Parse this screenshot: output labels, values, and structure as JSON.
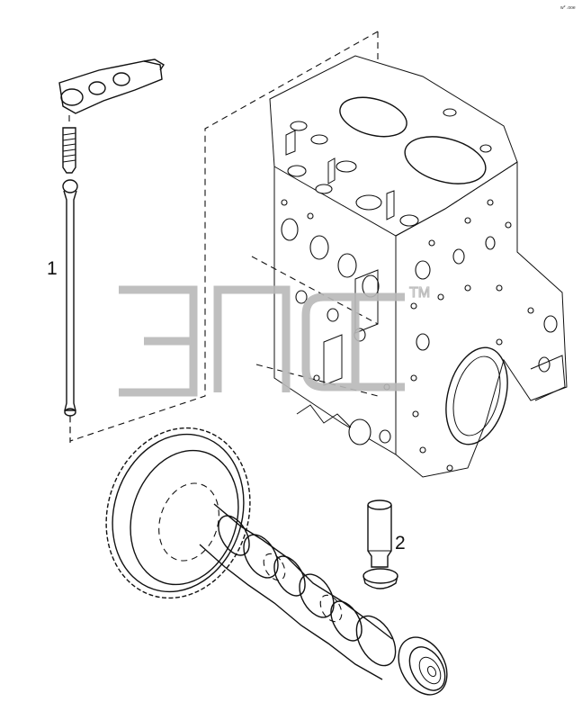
{
  "diagram": {
    "callouts": [
      {
        "id": "callout-1",
        "label": "1"
      },
      {
        "id": "callout-2",
        "label": "2"
      }
    ],
    "corner_code": "w* .ooe",
    "watermark": {
      "logo": "ЭПС",
      "trademark": "TM",
      "color": "#b9b9b9"
    }
  }
}
